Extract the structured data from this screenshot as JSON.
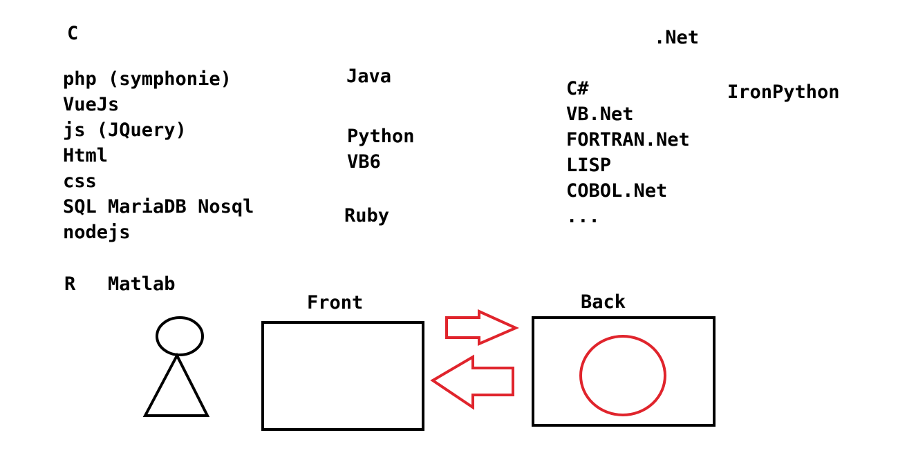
{
  "colors": {
    "ink": "#000000",
    "accent": "#e0242c",
    "background": "#ffffff"
  },
  "labels": {
    "c": "C",
    "dotnet": ".Net",
    "java": "Java",
    "ironpython": "IronPython",
    "python": "Python",
    "vb6": "VB6",
    "ruby": "Ruby",
    "r": "R",
    "matlab": "Matlab",
    "front": "Front",
    "back": "Back"
  },
  "web_list": [
    "php (symphonie)",
    "VueJs",
    "js (JQuery)",
    "Html",
    "css",
    "SQL MariaDB Nosql",
    "nodejs"
  ],
  "dotnet_list": [
    "C#",
    "VB.Net",
    "FORTRAN.Net",
    "LISP",
    "COBOL.Net",
    "..."
  ],
  "icons": {
    "user": "stick-figure-icon",
    "to_back": "arrow-right-icon",
    "to_front": "arrow-left-icon",
    "server_core": "circle-icon"
  }
}
